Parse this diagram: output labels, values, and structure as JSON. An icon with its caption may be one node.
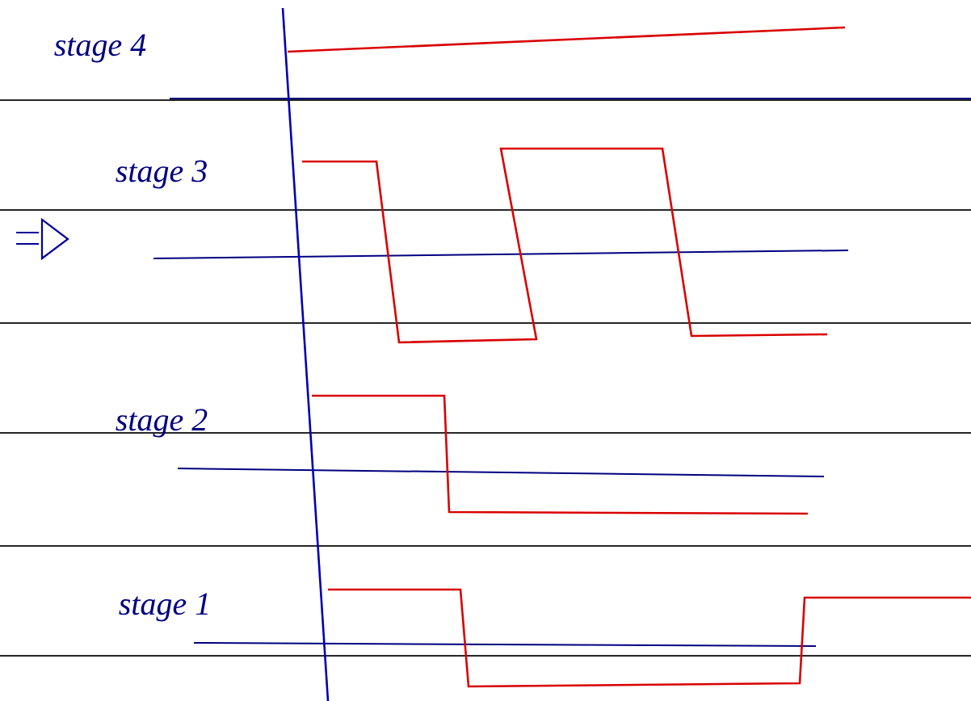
{
  "diagram": {
    "labels": [
      "stage 4",
      "stage 3",
      "stage 2",
      "stage 1"
    ]
  }
}
